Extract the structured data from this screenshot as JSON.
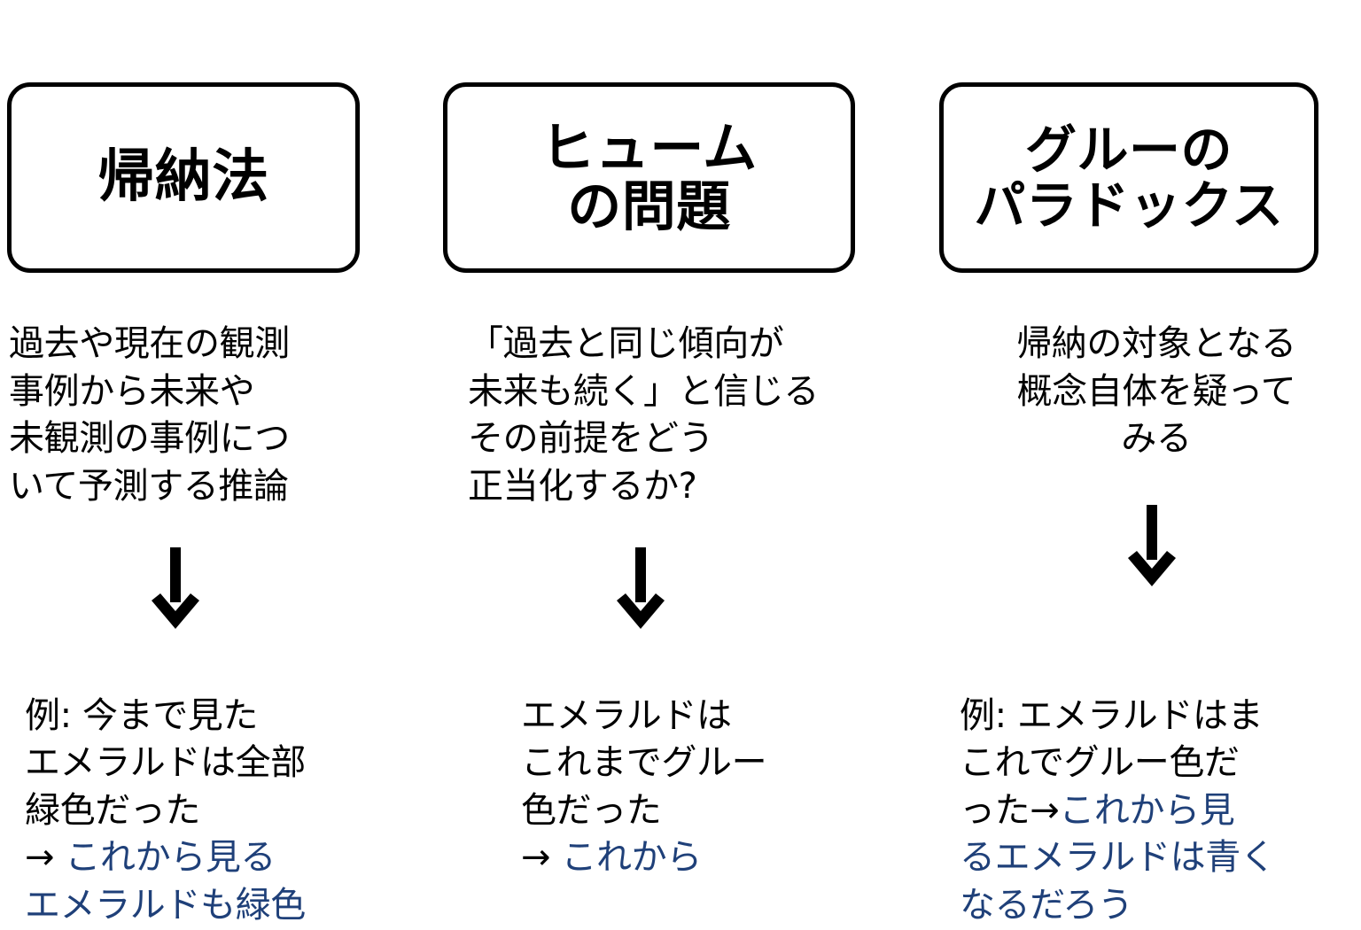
{
  "theme": {
    "background": "#ffffff",
    "ink": "#000000",
    "accent_blue": "#1f4079"
  },
  "columns": [
    {
      "id": "induction",
      "title": "帰納法",
      "description": "過去や現在の観測\n事例から未来や\n未観測の事例につ\nいて予測する推論",
      "arrow": "down-arrow",
      "example_black": "例: 今まで見た\nエメラルドは全部\n緑色だった\n→ ",
      "example_blue": "これから見る\nエメラルドも緑色"
    },
    {
      "id": "hume-problem",
      "title": "ヒューム\nの問題",
      "description": "「過去と同じ傾向が\n未来も続く」と信じる\nその前提をどう\n正当化するか?",
      "arrow": "down-arrow",
      "example_black": "エメラルドは\nこれまでグルー\n色だった\n→ ",
      "example_blue": "これから"
    },
    {
      "id": "grue-paradox",
      "title": "グルーの\nパラドックス",
      "description": "帰納の対象となる\n概念自体を疑って\nみる",
      "arrow": "down-arrow",
      "example_black": "例: エメラルドはま\nこれでグルー色だ\nった→",
      "example_blue": "これから見\nるエメラルドは青く\nなるだろう"
    }
  ]
}
